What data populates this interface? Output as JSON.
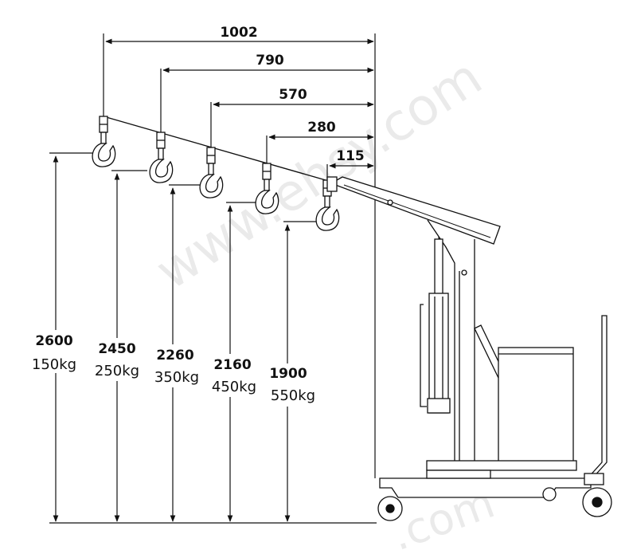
{
  "diagram": {
    "horizontal_dims": [
      "1002",
      "790",
      "570",
      "280",
      "115"
    ],
    "heights": [
      {
        "height": "2600",
        "load": "150kg"
      },
      {
        "height": "2450",
        "load": "250kg"
      },
      {
        "height": "2260",
        "load": "350kg"
      },
      {
        "height": "2160",
        "load": "450kg"
      },
      {
        "height": "1900",
        "load": "550kg"
      }
    ],
    "watermark": "www.ehsy.com",
    "watermark_bottom": ".com"
  }
}
